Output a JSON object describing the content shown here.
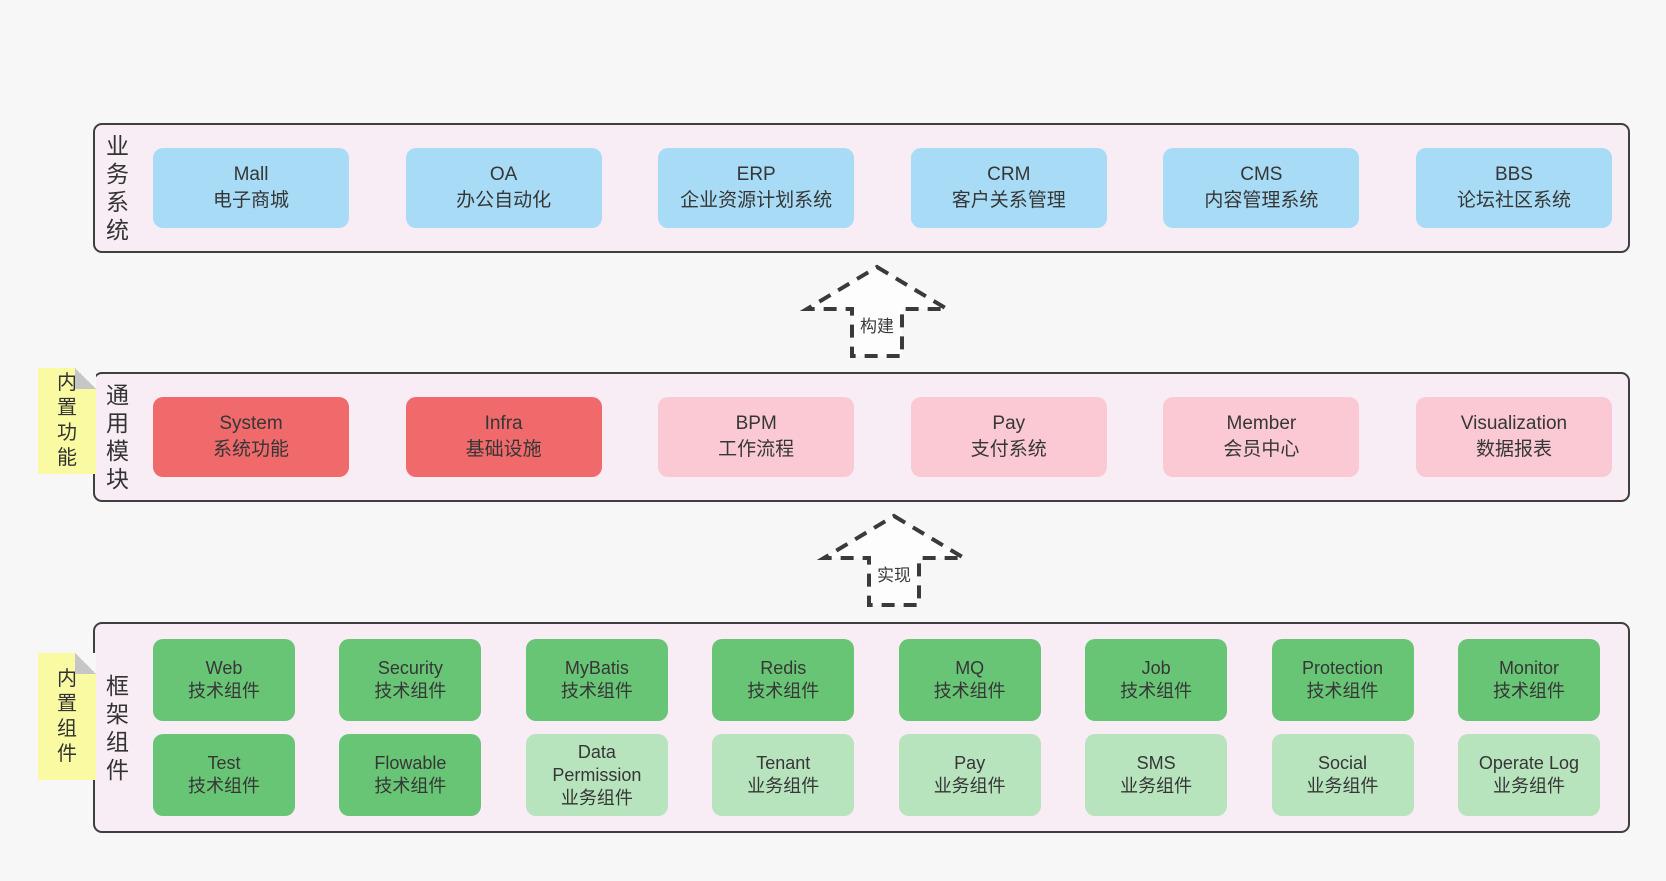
{
  "page": {
    "background": "#f7f7f7"
  },
  "palette": {
    "band_background": "#f8edf5",
    "band_border": "#3f3f3f",
    "blue_box": "#a8dbf5",
    "red_box": "#f0696b",
    "pink_box": "#fac9d3",
    "green_box": "#69c576",
    "light_green_box": "#b7e3bd",
    "sticky_yellow": "#fafaa3",
    "sticky_fold_gray": "#c6c6c6",
    "text": "#333333"
  },
  "arrows": [
    {
      "label": "构建"
    },
    {
      "label": "实现"
    }
  ],
  "bands": [
    {
      "label": "业务系统",
      "boxes": [
        {
          "title": "Mall",
          "subtitle": "电子商城",
          "variant": "blue"
        },
        {
          "title": "OA",
          "subtitle": "办公自动化",
          "variant": "blue"
        },
        {
          "title": "ERP",
          "subtitle": "企业资源计划系统",
          "variant": "blue"
        },
        {
          "title": "CRM",
          "subtitle": "客户关系管理",
          "variant": "blue"
        },
        {
          "title": "CMS",
          "subtitle": "内容管理系统",
          "variant": "blue"
        },
        {
          "title": "BBS",
          "subtitle": "论坛社区系统",
          "variant": "blue"
        }
      ]
    },
    {
      "label": "通用模块",
      "sticky": "内置功能",
      "boxes": [
        {
          "title": "System",
          "subtitle": "系统功能",
          "variant": "red"
        },
        {
          "title": "Infra",
          "subtitle": "基础设施",
          "variant": "red"
        },
        {
          "title": "BPM",
          "subtitle": "工作流程",
          "variant": "pink"
        },
        {
          "title": "Pay",
          "subtitle": "支付系统",
          "variant": "pink"
        },
        {
          "title": "Member",
          "subtitle": "会员中心",
          "variant": "pink"
        },
        {
          "title": "Visualization",
          "subtitle": "数据报表",
          "variant": "pink"
        }
      ]
    },
    {
      "label": "框架组件",
      "sticky": "内置组件",
      "rows": [
        [
          {
            "title": "Web",
            "subtitle": "技术组件",
            "variant": "green"
          },
          {
            "title": "Security",
            "subtitle": "技术组件",
            "variant": "green"
          },
          {
            "title": "MyBatis",
            "subtitle": "技术组件",
            "variant": "green"
          },
          {
            "title": "Redis",
            "subtitle": "技术组件",
            "variant": "green"
          },
          {
            "title": "MQ",
            "subtitle": "技术组件",
            "variant": "green"
          },
          {
            "title": "Job",
            "subtitle": "技术组件",
            "variant": "green"
          },
          {
            "title": "Protection",
            "subtitle": "技术组件",
            "variant": "green"
          },
          {
            "title": "Monitor",
            "subtitle": "技术组件",
            "variant": "green"
          }
        ],
        [
          {
            "title": "Test",
            "subtitle": "技术组件",
            "variant": "green"
          },
          {
            "title": "Flowable",
            "subtitle": "技术组件",
            "variant": "green"
          },
          {
            "title": "Data Permission",
            "subtitle": "业务组件",
            "variant": "light-green"
          },
          {
            "title": "Tenant",
            "subtitle": "业务组件",
            "variant": "light-green"
          },
          {
            "title": "Pay",
            "subtitle": "业务组件",
            "variant": "light-green"
          },
          {
            "title": "SMS",
            "subtitle": "业务组件",
            "variant": "light-green"
          },
          {
            "title": "Social",
            "subtitle": "业务组件",
            "variant": "light-green"
          },
          {
            "title": "Operate Log",
            "subtitle": "业务组件",
            "variant": "light-green"
          }
        ]
      ]
    }
  ]
}
